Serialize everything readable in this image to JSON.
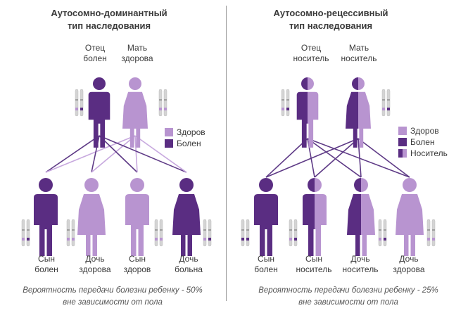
{
  "colors": {
    "dark": "#5a2d82",
    "light": "#b894d0",
    "line_dark": "#5e3a86",
    "line_light": "#c7a8de",
    "divider": "#9a9a9a"
  },
  "left": {
    "title_line1": "Аутосомно-доминантный",
    "title_line2": "тип наследования",
    "father": {
      "l1": "Отец",
      "l2": "болен"
    },
    "mother": {
      "l1": "Мать",
      "l2": "здорова"
    },
    "legend": {
      "healthy": "Здоров",
      "sick": "Болен"
    },
    "children": [
      {
        "l1": "Сын",
        "l2": "болен"
      },
      {
        "l1": "Дочь",
        "l2": "здорова"
      },
      {
        "l1": "Сын",
        "l2": "здоров"
      },
      {
        "l1": "Дочь",
        "l2": "больна"
      }
    ],
    "prob_line1": "Вероятность передачи болезни ребенку - 50%",
    "prob_line2": "вне зависимости от пола"
  },
  "right": {
    "title_line1": "Аутосомно-рецессивный",
    "title_line2": "тип наследования",
    "father": {
      "l1": "Отец",
      "l2": "носитель"
    },
    "mother": {
      "l1": "Мать",
      "l2": "носитель"
    },
    "legend": {
      "healthy": "Здоров",
      "sick": "Болен",
      "carrier": "Носитель"
    },
    "children": [
      {
        "l1": "Сын",
        "l2": "болен"
      },
      {
        "l1": "Сын",
        "l2": "носитель"
      },
      {
        "l1": "Дочь",
        "l2": "носитель"
      },
      {
        "l1": "Дочь",
        "l2": "здорова"
      }
    ],
    "prob_line1": "Вероятность передачи болезни ребенку - 25%",
    "prob_line2": "вне зависимости от пола"
  }
}
